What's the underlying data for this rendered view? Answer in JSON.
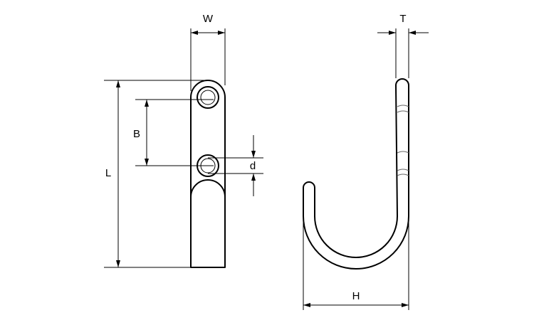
{
  "labels": {
    "width": "W",
    "thickness": "T",
    "length": "L",
    "hole_pitch": "B",
    "hole_diameter": "d",
    "hook_depth": "H"
  }
}
